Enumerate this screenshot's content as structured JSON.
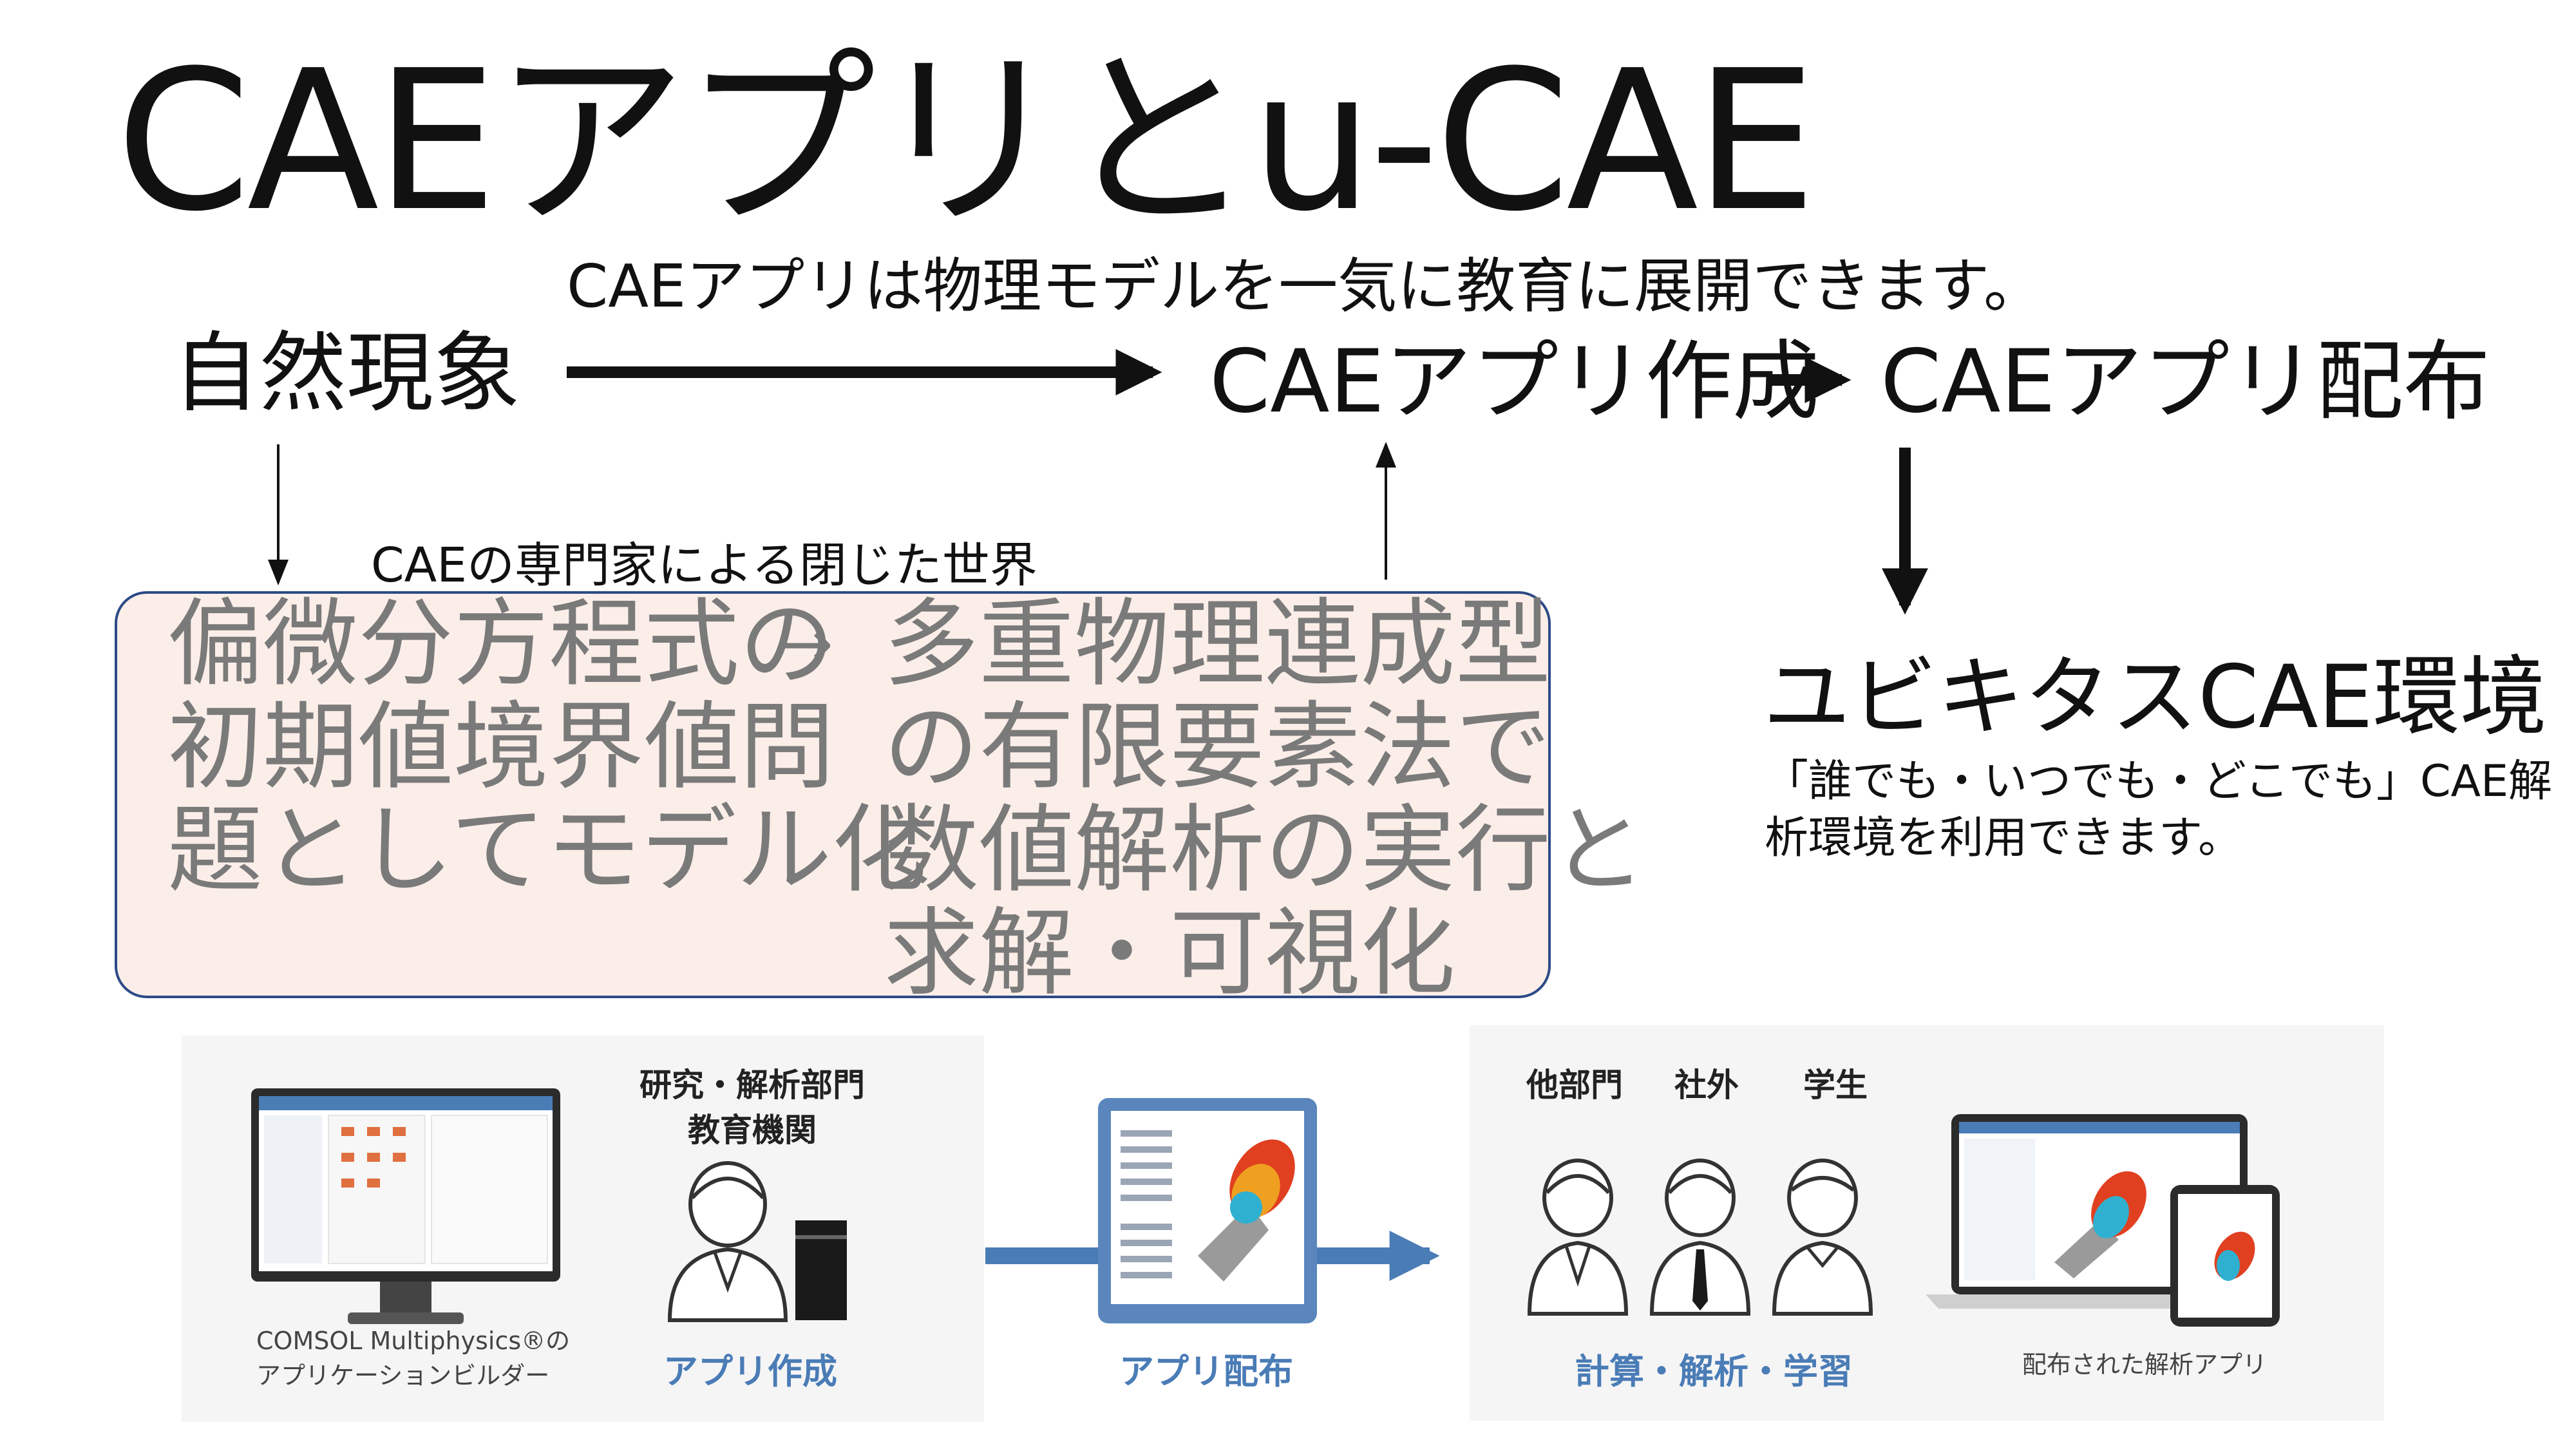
{
  "title": "CAEアプリとu-CAE",
  "subtitle": "CAEアプリは物理モデルを一気に教育に展開できます。",
  "nodes": {
    "nature": "自然現象",
    "create": "CAEアプリ作成",
    "distribute": "CAEアプリ配布",
    "ubiquitous": "ユビキタスCAE環境"
  },
  "expert_caption": "CAEの専門家による閉じた世界",
  "process_box": {
    "left": [
      "偏微分方程式の",
      "初期値境界値問",
      "題としてモデル化"
    ],
    "arrow": "→",
    "right": [
      "多重物理連成型",
      "の有限要素法で",
      "数値解析の実行と",
      "求解・可視化"
    ]
  },
  "ubiquitous_desc": [
    "「誰でも・いつでも・どこでも」CAE解",
    "析環境を利用できます。"
  ],
  "bottom": {
    "builder_caption": [
      "COMSOL Multiphysics®の",
      "アプリケーションビルダー"
    ],
    "org_label": [
      "研究・解析部門",
      "教育機関"
    ],
    "create_label": "アプリ作成",
    "distribute_label": "アプリ配布",
    "users": [
      "他部門",
      "社外",
      "学生"
    ],
    "activities_label": "計算・解析・学習",
    "distributed_caption": "配布された解析アプリ"
  },
  "colors": {
    "accent_blue": "#4a7cb6",
    "box_border": "#2d4a86",
    "box_fill": "#fbeee8"
  }
}
